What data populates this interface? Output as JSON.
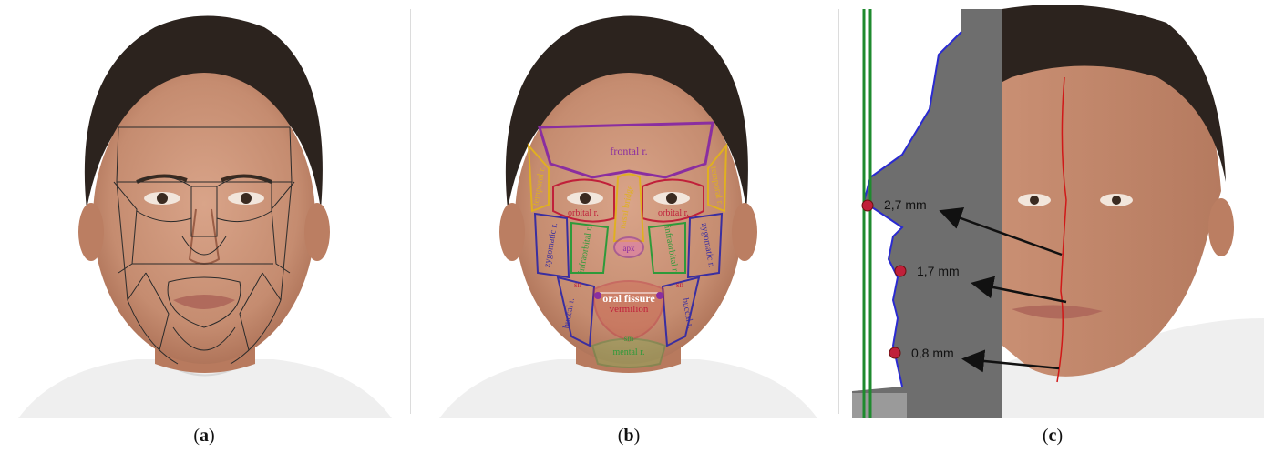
{
  "panels": [
    {
      "id": "a",
      "caption": "a"
    },
    {
      "id": "b",
      "caption": "b"
    },
    {
      "id": "c",
      "caption": "c"
    }
  ],
  "regions": {
    "frontal": "frontal r.",
    "temporal_left": "temporal r.",
    "temporal_right": "temporal r.",
    "orbital_left": "orbital r.",
    "orbital_right": "orbital r.",
    "nasal_bridge": "nasal bridge",
    "zygomatic_left": "zygomatic r.",
    "zygomatic_right": "zygomatic r.",
    "infraorbital_left": "infraorbital r.",
    "infraorbital_right": "infraorbital r.",
    "apex": "apx",
    "buccal_left": "buccal r.",
    "buccal_right": "buccal r.",
    "oral_fissure": "oral fissure",
    "vermilion": "vermilion",
    "nasolabial_left": "sn",
    "nasolabial_right": "sn",
    "mental_label": "sm",
    "mental": "mental r."
  },
  "measurements": [
    "2,7 mm",
    "1,7 mm",
    "0,8 mm"
  ],
  "colors": {
    "frontal": "#8a2ea0",
    "temporal": "#e0b020",
    "orbital": "#c0203a",
    "zygomatic": "#3a2ea0",
    "infraorbital": "#2e9a3a",
    "buccal": "#3a2ea0",
    "oral": "#c0203a",
    "mental": "#2e9a3a",
    "profile_fill": "#6e6e6e",
    "profile_edge": "#2a2ad0",
    "midline": "#d01818",
    "guide": "#1e8a2e"
  }
}
